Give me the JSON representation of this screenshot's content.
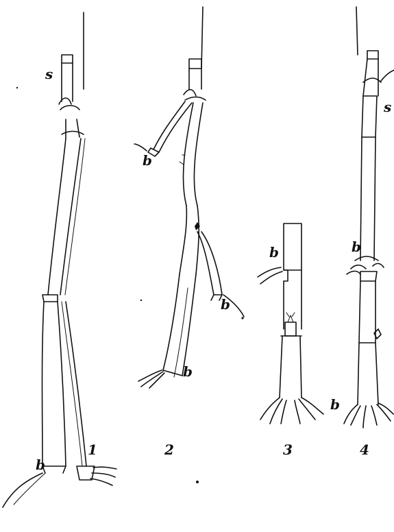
{
  "labels": {
    "s": "s",
    "b": "b"
  },
  "figures": [
    {
      "number": "1"
    },
    {
      "number": "2"
    },
    {
      "number": "3"
    },
    {
      "number": "4"
    }
  ]
}
